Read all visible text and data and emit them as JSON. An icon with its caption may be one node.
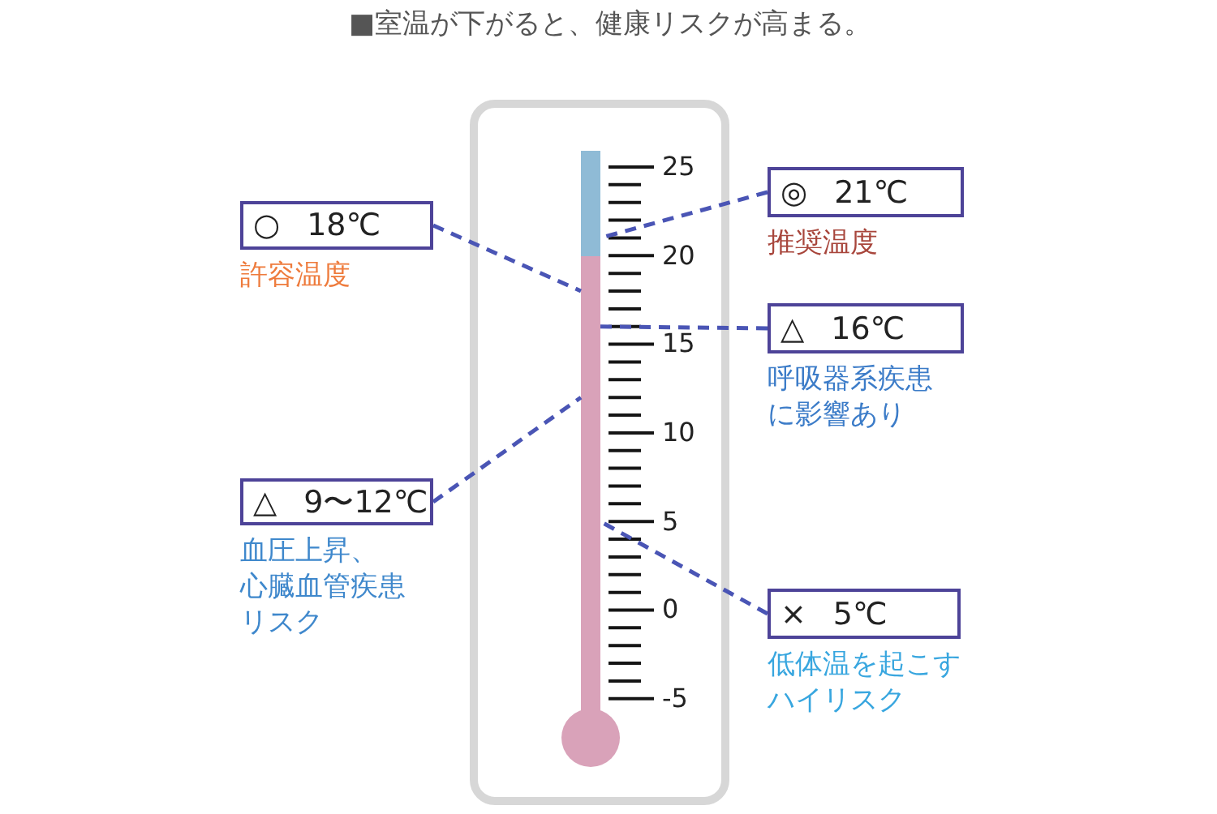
{
  "diagram": {
    "title": "■室温が下がると、健康リスクが高まる。",
    "nodes": [
      {
        "text": [
          "◎ 21℃"
        ],
        "beside": [
          "推奨温度"
        ]
      },
      {
        "text": [
          "○ 18℃"
        ],
        "beside": [
          "許容温度"
        ]
      },
      {
        "text": [
          "△ 16℃"
        ],
        "beside": [
          "呼吸器系疾患に影響あり"
        ]
      },
      {
        "text": [
          "△ 9〜12℃"
        ],
        "beside": [
          "血圧上昇、心臓血管疾患リスク"
        ]
      },
      {
        "text": [
          "× 5℃"
        ],
        "beside": [
          "低体温を起こすハイリスク"
        ]
      },
      {
        "text": [],
        "shape": "picture"
      }
    ],
    "edges": [
      {
        "from": 0,
        "to": 5,
        "arrow": "none",
        "style": "dashed"
      },
      {
        "from": 1,
        "to": 5,
        "arrow": "none",
        "style": "dashed"
      },
      {
        "from": 2,
        "to": 5,
        "arrow": "none",
        "style": "dashed"
      },
      {
        "from": 3,
        "to": 5,
        "arrow": "none",
        "style": "dashed"
      },
      {
        "from": 4,
        "to": 5,
        "arrow": "none",
        "style": "dashed"
      }
    ],
    "labels": [
      "25",
      "20",
      "15",
      "10",
      "5",
      "0",
      "-5"
    ]
  }
}
